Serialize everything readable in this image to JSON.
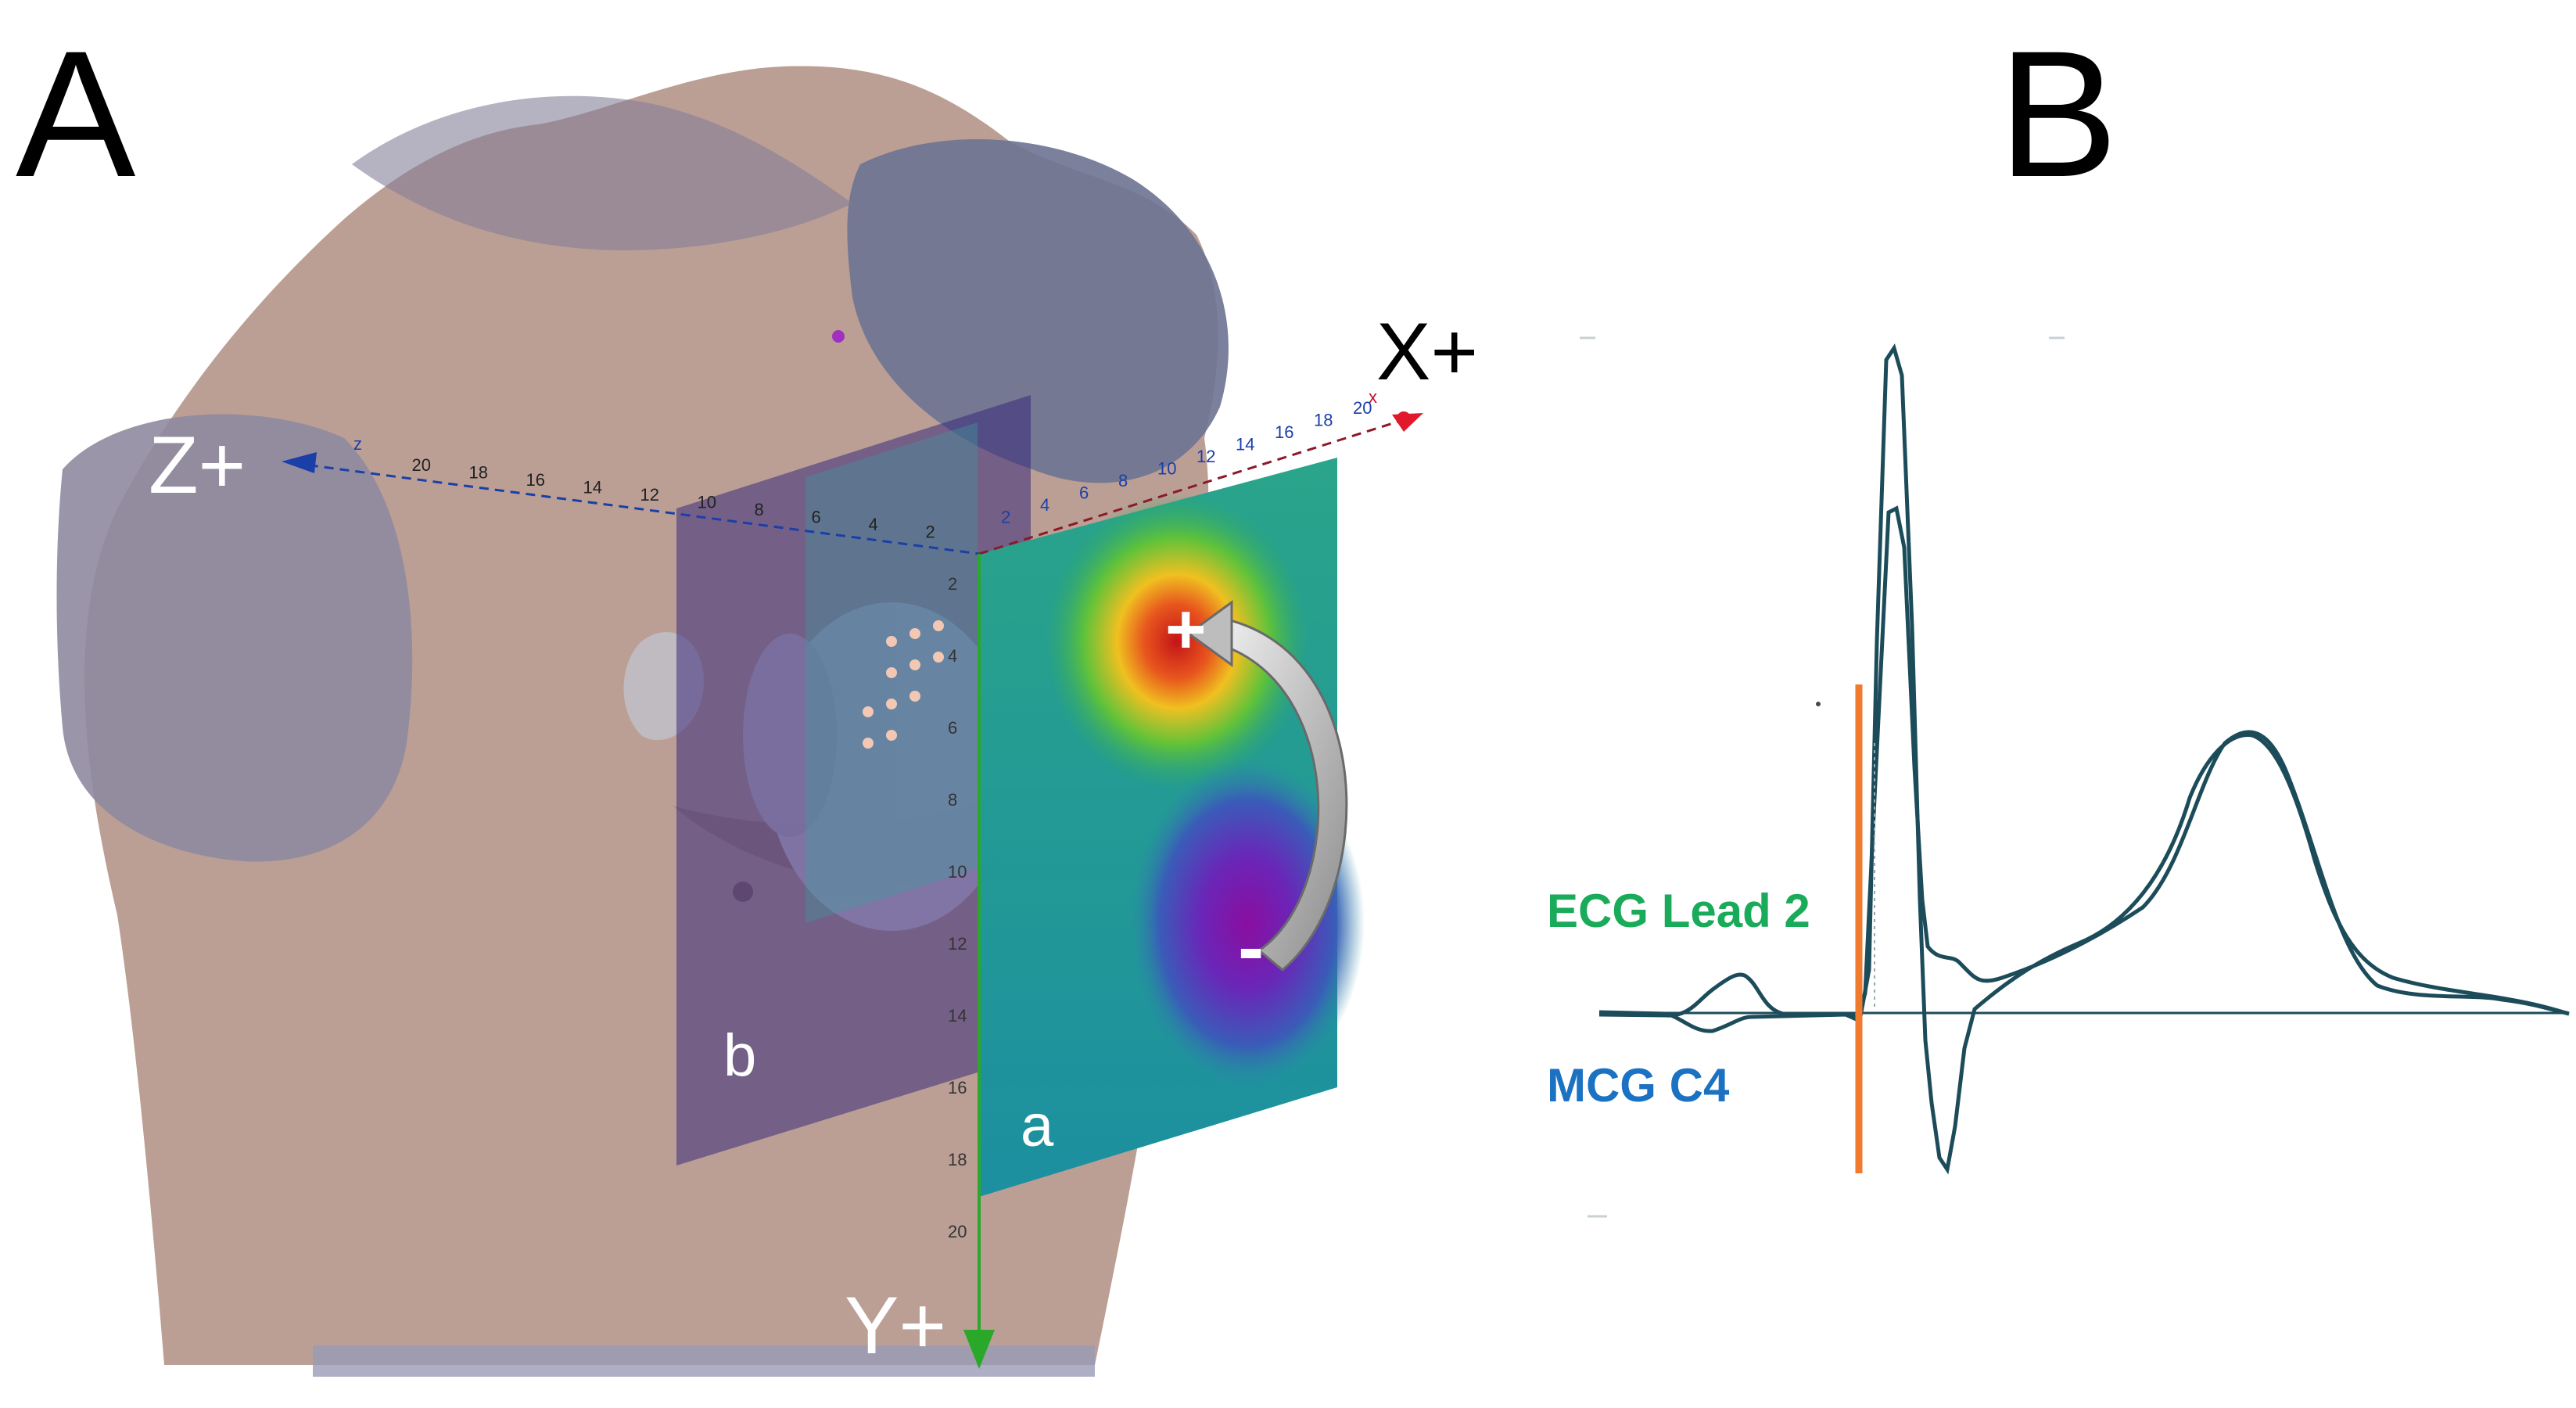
{
  "panels": {
    "a": "A",
    "b": "B"
  },
  "axes": {
    "x": "X+",
    "y": "Y+",
    "z": "Z+",
    "z_small": "z",
    "x_small": "x"
  },
  "ticks": {
    "z": [
      "20",
      "18",
      "16",
      "14",
      "12",
      "10",
      "8",
      "6",
      "4",
      "2"
    ],
    "x": [
      "2",
      "4",
      "6",
      "8",
      "10",
      "12",
      "14",
      "16",
      "18",
      "20"
    ],
    "y": [
      "2",
      "4",
      "6",
      "8",
      "10",
      "12",
      "14",
      "16",
      "18",
      "20"
    ]
  },
  "planes": {
    "a": "a",
    "b": "b"
  },
  "field_markers": {
    "positive": "+",
    "negative": "-"
  },
  "traces": {
    "ecg": {
      "label": "ECG Lead 2",
      "color": "#1aab5a"
    },
    "mcg": {
      "label": "MCG C4",
      "color": "#1c72c2"
    }
  },
  "colors": {
    "torso": "#b79a8f",
    "torso_shadow": "#8f8aa0",
    "trace": "#1c4c5a",
    "marker_line": "#f07a2e",
    "z_axis": "#1a3fa8",
    "x_axis": "#c8102e",
    "y_axis": "#2aa82a"
  }
}
